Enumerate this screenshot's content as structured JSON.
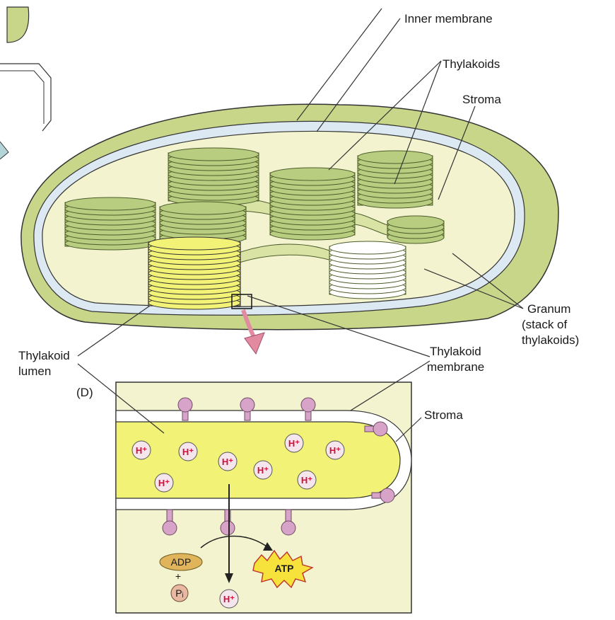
{
  "labels": {
    "inner_membrane": "Inner membrane",
    "thylakoids": "Thylakoids",
    "stroma_top": "Stroma",
    "granum_line1": "Granum",
    "granum_line2": "(stack of",
    "granum_line3": "thylakoids)",
    "thylakoid_lumen_line1": "Thylakoid",
    "thylakoid_lumen_line2": "lumen",
    "thylakoid_membrane_line1": "Thylakoid",
    "thylakoid_membrane_line2": "membrane",
    "panel_letter": "(D)",
    "stroma_bottom": "Stroma"
  },
  "ions": {
    "h_plus": "H⁺",
    "adp": "ADP",
    "plus": "+",
    "pi": "Pᵢ",
    "atp": "ATP"
  },
  "colors": {
    "outer_green": "#c8d68a",
    "stroma_fill": "#f3f4cf",
    "membrane_blue": "#dce9f2",
    "granum_green": "#a7c06a",
    "lumen_yellow": "#f2f276",
    "protein_pink": "#d7a3c8",
    "arrow_pink": "#e18aa0",
    "atp_yellow": "#f6e23a",
    "ion_red": "#d0103a"
  }
}
